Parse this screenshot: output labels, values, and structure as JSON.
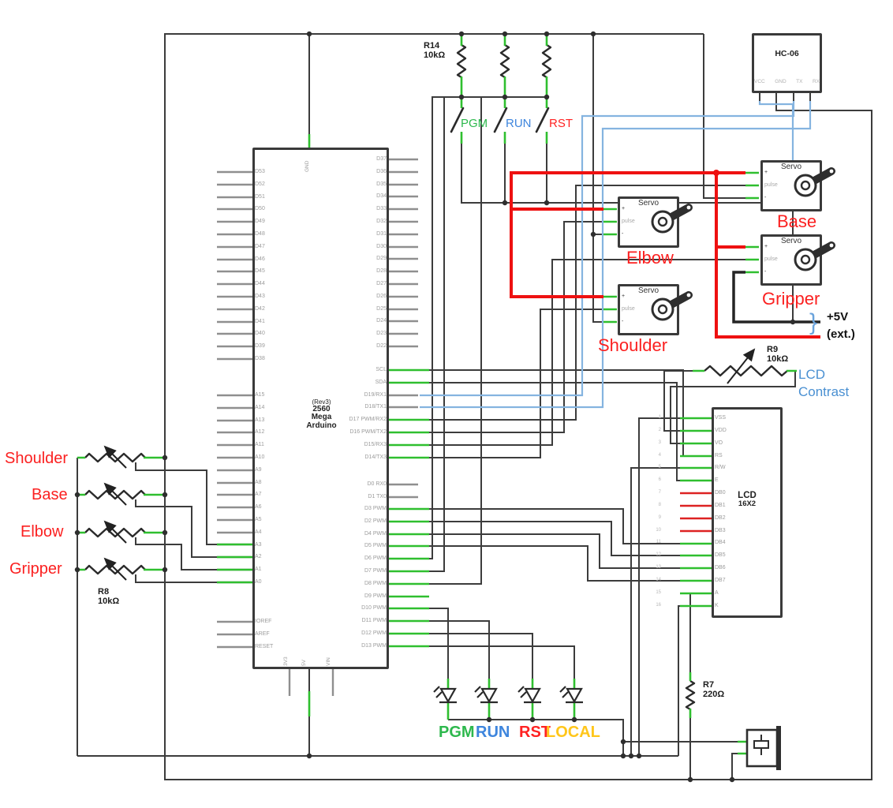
{
  "colors": {
    "wire_green": "#2fbf2f",
    "wire_blue": "#85b4e0",
    "power_red": "#ee1111",
    "label_red": "#fb2020",
    "contrast_blue": "#4a90d2",
    "pgm_green": "#2db84d",
    "run_blue": "#3d85dd",
    "rst_red": "#ff2222",
    "local_yellow": "#ffc61a"
  },
  "arduino": {
    "title_lines": [
      "(Rev3)",
      "2560",
      "Mega",
      "Arduino"
    ],
    "top_pin": "GND",
    "bottom_pins": [
      "3V3",
      "5V",
      "VIN"
    ],
    "left_pins_digital": [
      "D53",
      "D52",
      "D51",
      "D50",
      "D49",
      "D48",
      "D47",
      "D46",
      "D45",
      "D44",
      "D43",
      "D42",
      "D41",
      "D40",
      "D39",
      "D38"
    ],
    "left_pins_analog": [
      "A15",
      "A14",
      "A13",
      "A12",
      "A11",
      "A10",
      "A9",
      "A8",
      "A7",
      "A6",
      "A5",
      "A4",
      "A3",
      "A2",
      "A1",
      "A0"
    ],
    "left_pins_misc": [
      "IOREF",
      "AREF",
      "RESET"
    ],
    "right_pins_digital": [
      "D37",
      "D36",
      "D35",
      "D34",
      "D33",
      "D32",
      "D31",
      "D30",
      "D29",
      "D28",
      "D27",
      "D26",
      "D25",
      "D24",
      "D23",
      "D22"
    ],
    "right_pins_comm": [
      "SCL",
      "SDA",
      "D19/RX1",
      "D18/TX1",
      "D17 PWM/RX2",
      "D16 PWM/TX2",
      "D15/RX3",
      "D14/TX3"
    ],
    "right_pins_serial": [
      "D0 RX0",
      "D1 TX0"
    ],
    "right_pins_pwm": [
      "D3 PWM",
      "D2 PWM",
      "D4 PWM",
      "D5 PWM",
      "D6 PWM",
      "D7 PWM",
      "D8 PWM",
      "D9 PWM",
      "D10 PWM",
      "D11 PWM",
      "D12 PWM",
      "D13 PWM"
    ]
  },
  "hc06": {
    "title": "HC-06",
    "pins": [
      "VCC",
      "GND",
      "TX",
      "RX"
    ]
  },
  "servo": {
    "title": "Servo",
    "pin_rows": [
      {
        "label": "+",
        "color": "#333333"
      },
      {
        "label": "pulse",
        "color": "#a8a8a8"
      },
      {
        "label": "-",
        "color": "#333333"
      }
    ],
    "labels": {
      "base": "Base",
      "elbow": "Elbow",
      "shoulder": "Shoulder",
      "gripper": "Gripper"
    }
  },
  "switches": [
    {
      "label": "PGM",
      "color": "#2db84d"
    },
    {
      "label": "RUN",
      "color": "#3d85dd"
    },
    {
      "label": "RST",
      "color": "#ff2222"
    }
  ],
  "resistors": {
    "r14": {
      "name": "R14",
      "value": "10kΩ"
    },
    "r9": {
      "name": "R9",
      "value": "10kΩ"
    },
    "r8": {
      "name": "R8",
      "value": "10kΩ"
    },
    "r7": {
      "name": "R7",
      "value": "220Ω"
    }
  },
  "pot_labels": [
    "Shoulder",
    "Base",
    "Elbow",
    "Gripper"
  ],
  "lcd": {
    "title_lines": [
      "LCD",
      "16X2"
    ],
    "pins": [
      {
        "num": "1",
        "label": "VSS"
      },
      {
        "num": "2",
        "label": "VDD"
      },
      {
        "num": "3",
        "label": "VO"
      },
      {
        "num": "4",
        "label": "RS"
      },
      {
        "num": "5",
        "label": "R/W"
      },
      {
        "num": "6",
        "label": "E"
      },
      {
        "num": "7",
        "label": "DB0"
      },
      {
        "num": "8",
        "label": "DB1"
      },
      {
        "num": "9",
        "label": "DB2"
      },
      {
        "num": "10",
        "label": "DB3"
      },
      {
        "num": "11",
        "label": "DB4"
      },
      {
        "num": "12",
        "label": "DB5"
      },
      {
        "num": "13",
        "label": "DB6"
      },
      {
        "num": "14",
        "label": "DB7"
      },
      {
        "num": "15",
        "label": "A"
      },
      {
        "num": "16",
        "label": "K"
      }
    ]
  },
  "lcd_contrast": {
    "line1": "LCD",
    "line2": "Contrast"
  },
  "ext_power": {
    "line1": "+5V",
    "line2": "(ext.)",
    "brace": "}"
  },
  "leds": [
    {
      "label": "PGM",
      "color": "#2db84d"
    },
    {
      "label": "RUN",
      "color": "#3d85dd"
    },
    {
      "label": "RST",
      "color": "#ff2222"
    },
    {
      "label": "LOCAL",
      "color": "#ffc61a"
    }
  ]
}
